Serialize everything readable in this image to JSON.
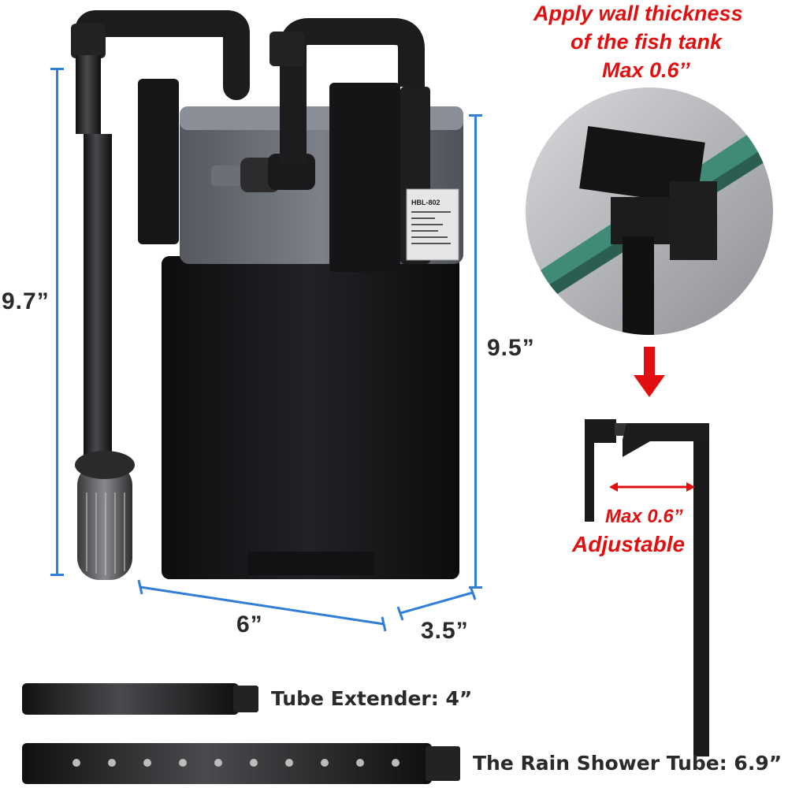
{
  "measurements": {
    "height_left": "9.7”",
    "height_right": "9.5”",
    "width": "6”",
    "depth": "3.5”"
  },
  "callout": {
    "line1": "Apply wall thickness",
    "line2": "of the fish tank",
    "line3": "Max 0.6’’",
    "bracket_max": "Max 0.6”",
    "bracket_adjustable": "Adjustable"
  },
  "product_label": {
    "model": "HBL-802"
  },
  "accessories": {
    "extender": "Tube Extender: 4”",
    "rain_shower": "The Rain Shower Tube: 6.9”"
  },
  "colors": {
    "dimension_lines": "#2f7fd8",
    "callout_text": "#e10f0f",
    "body": "#1b1b1d",
    "lid": "#6b6f76"
  }
}
